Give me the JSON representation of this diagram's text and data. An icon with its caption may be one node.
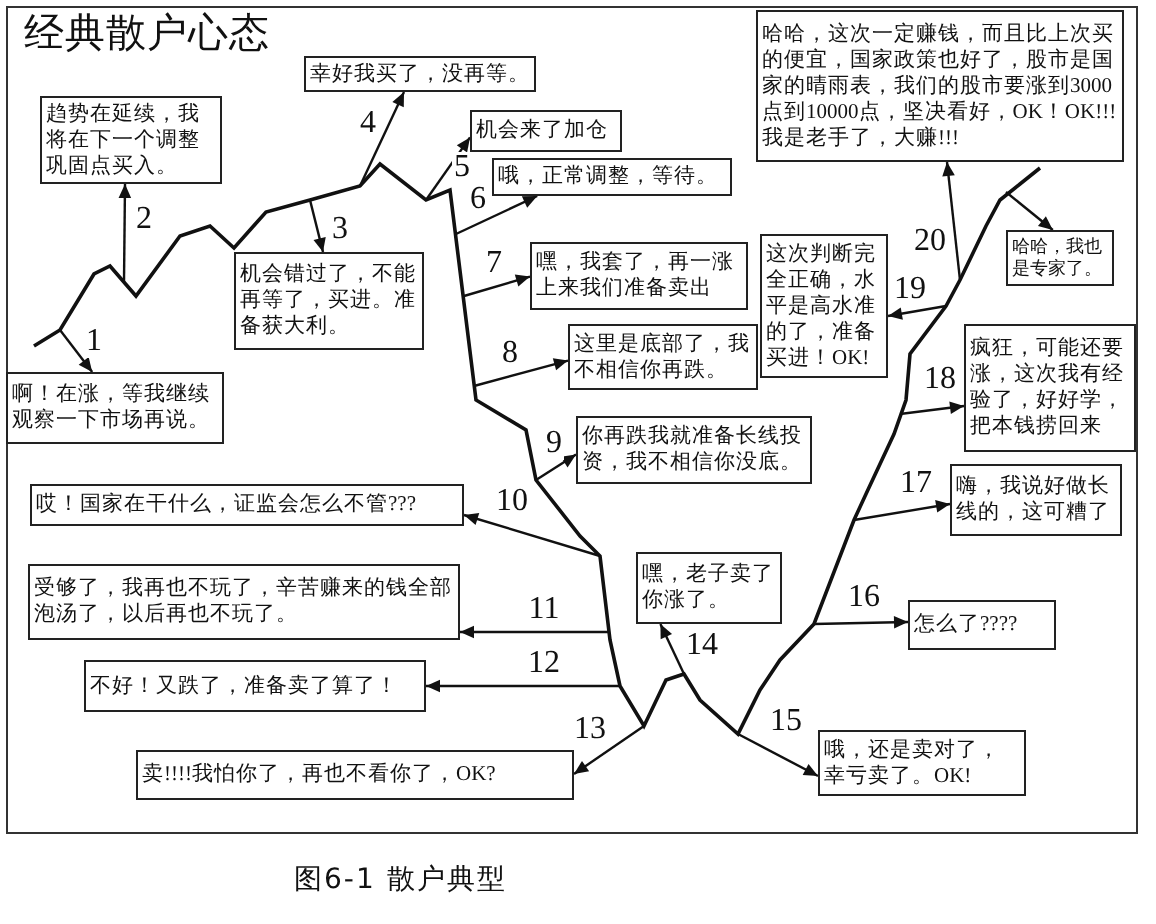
{
  "diagram": {
    "title": "经典散户心态",
    "caption": "图6-1 散户典型",
    "nodes": [
      {
        "text": [
          "啊！在涨，等我继续观察一下市场再说。"
        ]
      },
      {
        "text": [
          "趋势在延续，我将在下一个调整巩固点买入。"
        ]
      },
      {
        "text": [
          "机会错过了，不能再等了，买进。准备获大利。"
        ]
      },
      {
        "text": [
          "幸好我买了，没再等。"
        ]
      },
      {
        "text": [
          "机会来了加仓"
        ]
      },
      {
        "text": [
          "哦，正常调整，等待。"
        ]
      },
      {
        "text": [
          "嘿，我套了，再一涨上来我们准备卖出"
        ]
      },
      {
        "text": [
          "这里是底部了，我不相信你再跌。"
        ]
      },
      {
        "text": [
          "你再跌我就准备长线投资，我不相信你没底。"
        ]
      },
      {
        "text": [
          "哎！国家在干什么，证监会怎么不管???"
        ]
      },
      {
        "text": [
          "受够了，我再也不玩了，辛苦赚来的钱全部泡汤了，以后再也不玩了。"
        ]
      },
      {
        "text": [
          "不好！又跌了，准备卖了算了！"
        ]
      },
      {
        "text": [
          "卖!!!!我怕你了，再也不看你了，OK?"
        ]
      },
      {
        "text": [
          "嘿，老子卖了你涨了。"
        ]
      },
      {
        "text": [
          "哦，还是卖对了，幸亏卖了。OK!"
        ]
      },
      {
        "text": [
          "怎么了????"
        ]
      },
      {
        "text": [
          "嗨，我说好做长线的，这可糟了"
        ]
      },
      {
        "text": [
          "疯狂，可能还要涨，这次我有经验了，好好学，把本钱捞回来"
        ]
      },
      {
        "text": [
          "这次判断完全正确，水平是高水准的了，准备买进！OK!"
        ]
      },
      {
        "text": [
          "哈哈，这次一定赚钱，而且比上次买的便宜，国家政策也好了，股市是国家的晴雨表，我们的股市要涨到3000点到10000点，坚决看好，OK！OK!!!我是老手了，大赚!!!"
        ]
      },
      {
        "text": [
          "哈哈，我也是专家了。"
        ]
      }
    ],
    "edges": [
      {
        "from": null,
        "to": 0,
        "arrow": "to",
        "label": "1"
      },
      {
        "from": null,
        "to": 1,
        "arrow": "to",
        "label": "2"
      },
      {
        "from": null,
        "to": 2,
        "arrow": "to",
        "label": "3"
      },
      {
        "from": null,
        "to": 3,
        "arrow": "to",
        "label": "4"
      },
      {
        "from": null,
        "to": 4,
        "arrow": "to",
        "label": "5"
      },
      {
        "from": null,
        "to": 5,
        "arrow": "to",
        "label": "6"
      },
      {
        "from": null,
        "to": 6,
        "arrow": "to",
        "label": "7"
      },
      {
        "from": null,
        "to": 7,
        "arrow": "to",
        "label": "8"
      },
      {
        "from": null,
        "to": 8,
        "arrow": "to",
        "label": "9"
      },
      {
        "from": null,
        "to": 9,
        "arrow": "to",
        "label": "10"
      },
      {
        "from": null,
        "to": 10,
        "arrow": "to",
        "label": "11"
      },
      {
        "from": null,
        "to": 11,
        "arrow": "to",
        "label": "12"
      },
      {
        "from": null,
        "to": 12,
        "arrow": "to",
        "label": "13"
      },
      {
        "from": null,
        "to": 13,
        "arrow": "to",
        "label": "14"
      },
      {
        "from": null,
        "to": 14,
        "arrow": "to",
        "label": "15"
      },
      {
        "from": null,
        "to": 15,
        "arrow": "to",
        "label": "16"
      },
      {
        "from": null,
        "to": 16,
        "arrow": "to",
        "label": "17"
      },
      {
        "from": null,
        "to": 17,
        "arrow": "to",
        "label": "18"
      },
      {
        "from": null,
        "to": 18,
        "arrow": "to",
        "label": "19"
      },
      {
        "from": null,
        "to": 19,
        "arrow": "to",
        "label": "20"
      },
      {
        "from": null,
        "to": 20,
        "arrow": "to"
      }
    ]
  }
}
